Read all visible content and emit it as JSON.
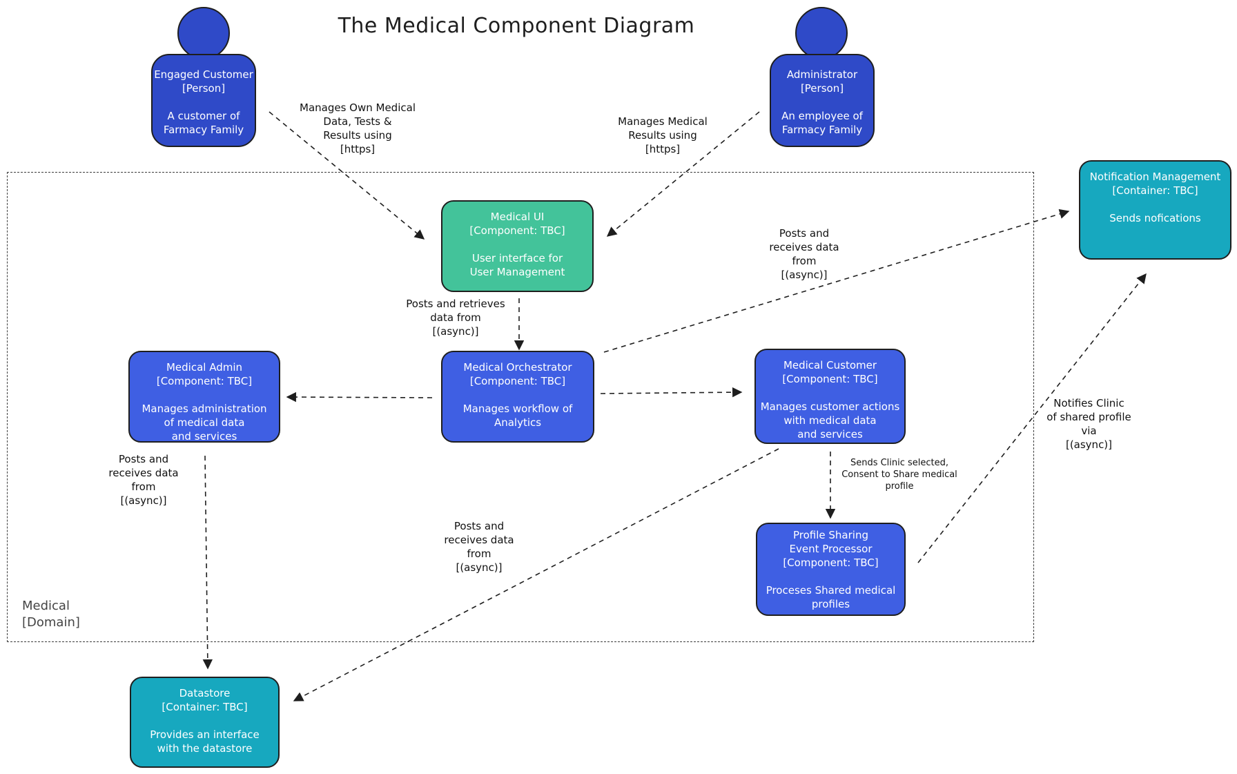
{
  "title": "The Medical Component Diagram",
  "boundary": {
    "label": "Medical\n[Domain]"
  },
  "nodes": {
    "engaged_customer": {
      "name": "Engaged Customer",
      "type": "[Person]",
      "desc": "A customer of\nFarmacy Family"
    },
    "administrator": {
      "name": "Administrator",
      "type": "[Person]",
      "desc": "An employee of\nFarmacy Family"
    },
    "medical_ui": {
      "name": "Medical UI",
      "type": "[Component: TBC]",
      "desc": "User interface for\nUser Management"
    },
    "notification_management": {
      "name": "Notification Management",
      "type": "[Container: TBC]",
      "desc": "Sends nofications"
    },
    "medical_admin": {
      "name": "Medical Admin",
      "type": "[Component: TBC]",
      "desc": "Manages administration\nof medical data\nand services"
    },
    "medical_orchestrator": {
      "name": "Medical Orchestrator",
      "type": "[Component: TBC]",
      "desc": "Manages workflow of\nAnalytics"
    },
    "medical_customer": {
      "name": "Medical Customer",
      "type": "[Component: TBC]",
      "desc": "Manages customer actions\nwith medical data\nand services"
    },
    "profile_sharing": {
      "name": "Profile Sharing\nEvent Processor",
      "type": "[Component: TBC]",
      "desc": "Proceses Shared medical\nprofiles"
    },
    "datastore": {
      "name": "Datastore",
      "type": "[Container: TBC]",
      "desc": "Provides an interface\nwith the datastore"
    }
  },
  "edges": {
    "customer_to_ui": "Manages Own Medical\nData, Tests &\nResults using\n[https]",
    "admin_to_ui": "Manages Medical\nResults using\n[https]",
    "ui_to_orchestrator": "Posts and retrieves\ndata from\n[(async)]",
    "orchestrator_to_notification": "Posts and\nreceives data\nfrom\n[(async)]",
    "admin_to_datastore": "Posts and\nreceives data\nfrom\n[(async)]",
    "customer_to_datastore": "Posts and\nreceives data\nfrom\n[(async)]",
    "customer_to_profile": "Sends Clinic selected,\nConsent to Share medical\nprofile",
    "profile_to_notification": "Notifies Clinic\nof shared profile\nvia\n[(async)]"
  },
  "colors": {
    "person": "#2f4ac8",
    "component": "#3f5fe3",
    "ui": "#43c39a",
    "container": "#17a8bf"
  }
}
